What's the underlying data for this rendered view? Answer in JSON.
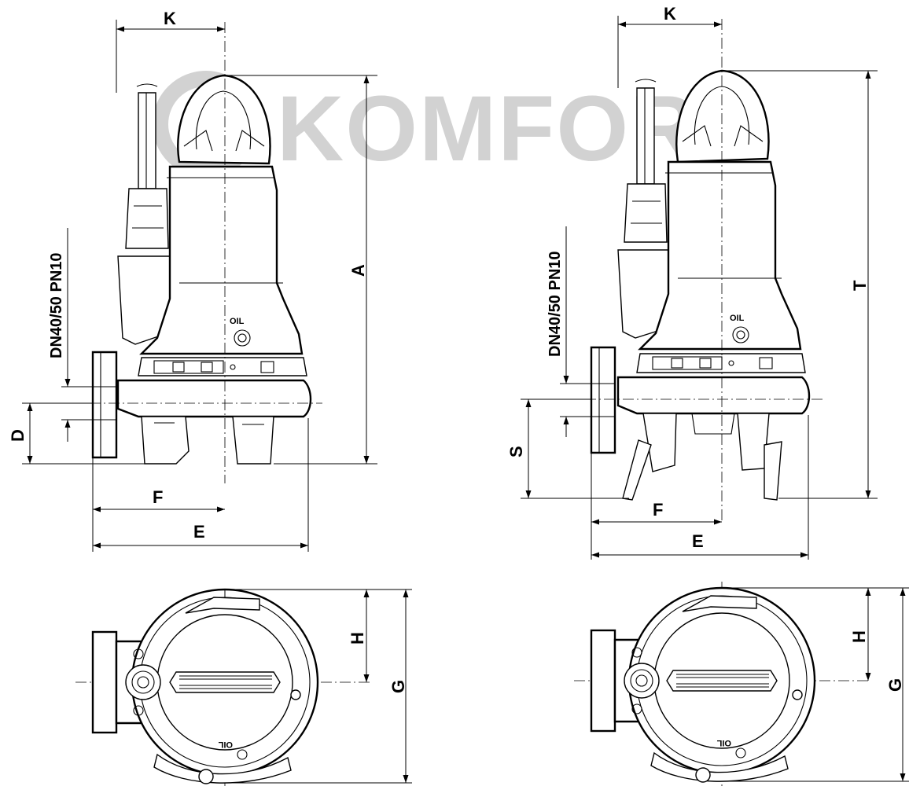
{
  "watermark": {
    "text": "KOMFORT"
  },
  "views": {
    "left_side": {
      "label_K": "K",
      "label_A": "A",
      "label_D": "D",
      "label_F": "F",
      "label_E": "E",
      "flange": "DN40/50 PN10",
      "oil": "OIL"
    },
    "right_side": {
      "label_K": "K",
      "label_T": "T",
      "label_S": "S",
      "label_F": "F",
      "label_E": "E",
      "flange": "DN40/50 PN10",
      "oil": "OIL"
    },
    "left_top": {
      "label_H": "H",
      "label_G": "G",
      "oil": "OIL"
    },
    "right_top": {
      "label_H": "H",
      "label_G": "G",
      "oil": "OIL"
    }
  }
}
